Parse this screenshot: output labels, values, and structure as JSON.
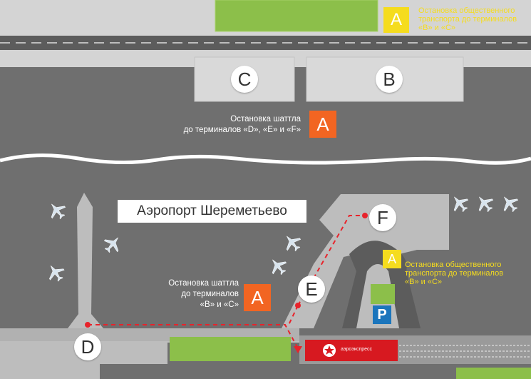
{
  "colors": {
    "asphalt": "#6f6f6f",
    "road_light": "#bdbdbd",
    "building": "#d9d9d9",
    "grass": "#8cbf4a",
    "orange_stop": "#f26522",
    "yellow_stop": "#f5dc1e",
    "route_line": "#e8232b",
    "parking_blue": "#1b75bc",
    "train_red": "#d71920"
  },
  "map_title": "Аэропорт Шереметьево",
  "terminals": [
    "C",
    "B",
    "D",
    "E",
    "F"
  ],
  "shuttle_stops": {
    "top": {
      "letter": "A",
      "text_line1": "Остановка шаттла",
      "text_line2": "до терминалов «D», «E» и «F»"
    },
    "bottom": {
      "letter": "A",
      "text_line1": "Остановка шаттла",
      "text_line2": "до терминалов",
      "text_line3": "«B» и «C»"
    }
  },
  "public_transport_stops": {
    "top": {
      "letter": "A",
      "text_line1": "Остановка общественного",
      "text_line2": "транспорта до терминалов",
      "text_line3": "«B» и «C»"
    },
    "right": {
      "letter": "A",
      "text_line1": "Остановка общественного",
      "text_line2": "транспорта до терминалов",
      "text_line3": "«B» и «C»"
    }
  },
  "parking": {
    "letter": "P",
    "icon": "parking-icon"
  },
  "train": {
    "brand": "аэроэкспресс",
    "icon": "aeroexpress-star-icon"
  },
  "icons": [
    "airplane-icon",
    "parking-icon",
    "aeroexpress-star-icon"
  ]
}
